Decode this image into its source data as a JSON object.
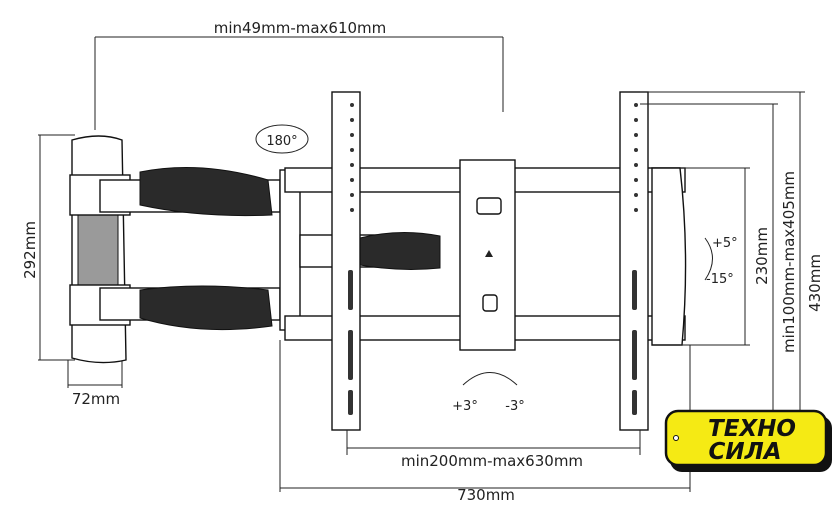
{
  "dimensions": {
    "depth_range": "min49mm-max610mm",
    "wall_plate_height": "292mm",
    "wall_plate_width": "72mm",
    "tilt_plate_height": "230mm",
    "vertical_vesa": "min100mm-max405mm",
    "overall_height": "430mm",
    "horizontal_vesa": "min200mm-max630mm",
    "overall_width": "730mm"
  },
  "angles": {
    "swivel": "180°",
    "tilt_up": "+5°",
    "tilt_down": "-15°",
    "level_plus": "+3°",
    "level_minus": "-3°"
  },
  "logo": {
    "line1": "ТЕХНО",
    "line2": "СИЛА",
    "color": "#f5ea14"
  }
}
